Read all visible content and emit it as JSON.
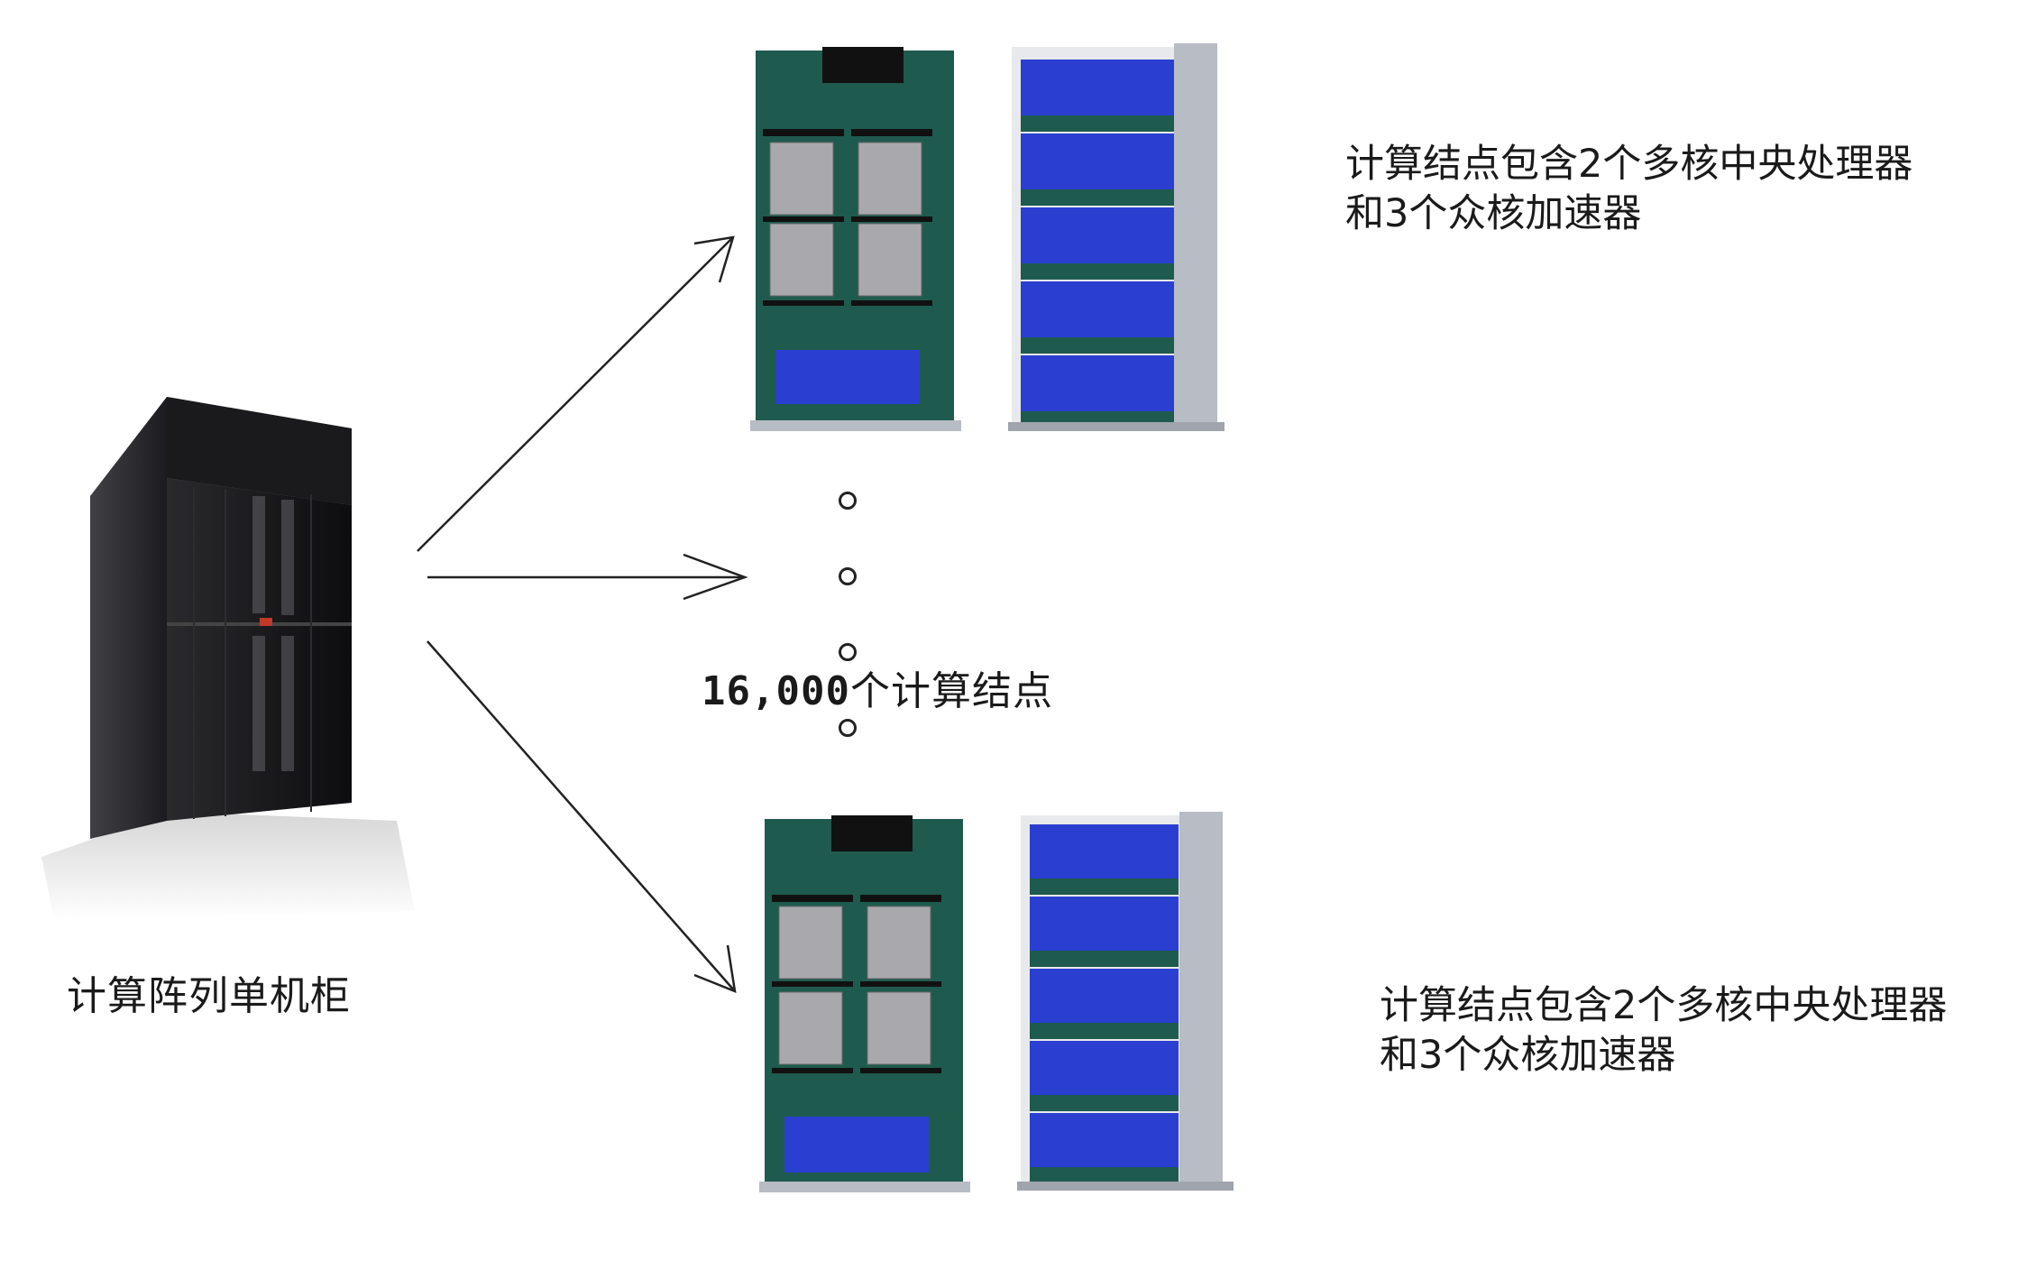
{
  "cabinet_label": "计算阵列单机柜",
  "node_count_label": "16,000",
  "node_count_suffix": "个计算结点",
  "node_desc_top": {
    "line1": "计算结点包含2个多核中央处理器",
    "line2": "和3个众核加速器"
  },
  "node_desc_bottom": {
    "line1": "计算结点包含2个多核中央处理器",
    "line2": "和3个众核加速器"
  },
  "colors": {
    "accelerator": "#2a3fd0",
    "board": "#1f5a4e",
    "cabinet": "#18181a",
    "chassis": "#b8bcc4"
  }
}
